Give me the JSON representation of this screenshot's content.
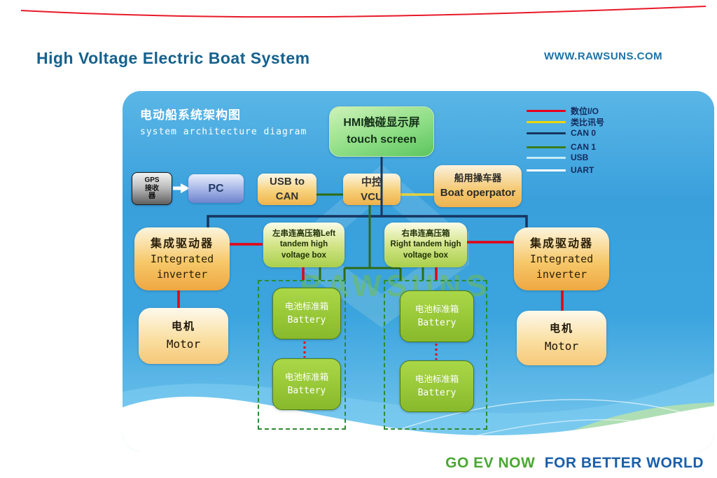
{
  "header": {
    "title": "High Voltage Electric Boat System",
    "website": "WWW.RAWSUNS.COM"
  },
  "footer": {
    "slogan_green": "GO EV NOW",
    "slogan_blue": "FOR BETTER WORLD"
  },
  "panel": {
    "title_zh": "电动船系统架构图",
    "title_en": "system architecture diagram",
    "watermark": "RAWSUNS"
  },
  "legend": {
    "items": [
      {
        "label": "数位I/O",
        "color": "#e8001d"
      },
      {
        "label": "类比讯号",
        "color": "#eed500"
      },
      {
        "label": "CAN 0",
        "color": "#16355e"
      },
      {
        "label": "CAN 1",
        "color": "#3a7d1a"
      },
      {
        "label": "USB",
        "color": "#c6ebfa"
      },
      {
        "label": "UART",
        "color": "#ffffff"
      }
    ]
  },
  "nodes": {
    "hmi": {
      "zh": "HMI触碰显示屏",
      "en": "touch screen"
    },
    "gps": {
      "l1": "GPS",
      "l2": "接收",
      "l3": "器"
    },
    "pc": {
      "label": "PC"
    },
    "usb2can": {
      "l1": "USB to",
      "l2": "CAN"
    },
    "vcu": {
      "zh": "中控",
      "en": "VCU"
    },
    "boat": {
      "zh": "船用操车器",
      "en": "Boat operpator"
    },
    "inverter": {
      "zh": "集成驱动器",
      "en1": "Integrated",
      "en2": "inverter"
    },
    "tandem_left": {
      "l1": "左串连高压箱Left",
      "l2": "tandem high",
      "l3": "voltage box"
    },
    "tandem_right": {
      "l1": "右串连高压箱",
      "l2": "Right tandem high",
      "l3": "voltage box"
    },
    "motor": {
      "zh": "电机",
      "en": "Motor"
    },
    "battery": {
      "zh": "电池标准箱",
      "en": "Battery"
    }
  },
  "colors": {
    "title": "#15618d",
    "website": "#1b72a8",
    "slogan_green": "#4aa832",
    "slogan_blue": "#1a5fa8",
    "line_red": "#e60012",
    "line_yellow": "#e6d23c",
    "line_can0": "#16355e",
    "line_can1": "#2f6b12",
    "panel_blue": "#3aa0dc"
  }
}
